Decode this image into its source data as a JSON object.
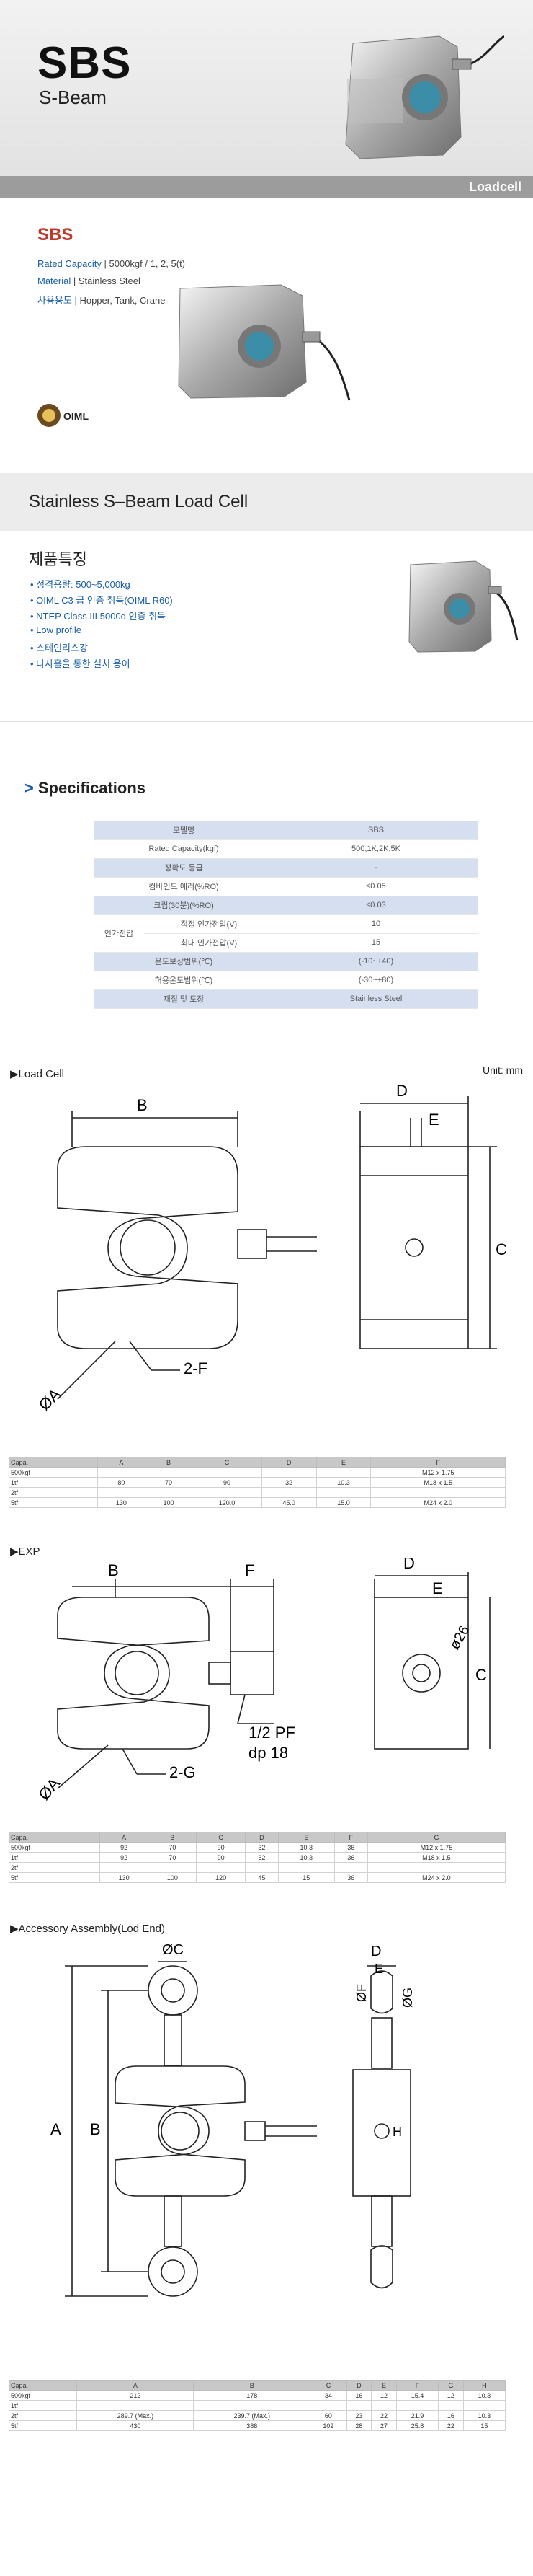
{
  "header": {
    "title": "SBS",
    "subtitle": "S-Beam",
    "category": "Loadcell"
  },
  "product": {
    "label": "SBS",
    "rated_capacity_key": "Rated Capacity",
    "rated_capacity_value": "5000kgf / 1, 2, 5(t)",
    "material_key": "Material",
    "material_value": "Stainless Steel",
    "usage_key": "사용용도",
    "usage_value": "Hopper, Tank, Crane",
    "oiml_text": "OIML"
  },
  "section": {
    "title": "Stainless S–Beam Load Cell"
  },
  "features": {
    "title": "제품특징",
    "items": [
      "정격용량: 500~5,000kg",
      "OIML C3 급 인증 취득(OIML R60)",
      "NTEP Class III 5000d 인증 취득",
      "Low profile",
      "스테인리스강",
      "나사홀을 통한 설치 용이"
    ]
  },
  "specifications": {
    "title": "Specifications",
    "group_label": "인가전압",
    "rows": [
      {
        "key": "모델명",
        "value": "SBS"
      },
      {
        "key": "Rated Capacity(kgf)",
        "value": "500,1K,2K,5K"
      },
      {
        "key": "정확도 등급",
        "value": "-"
      },
      {
        "key": "컴바인드 에러(%RO)",
        "value": "≤0.05"
      },
      {
        "key": "크립(30분)(%RO)",
        "value": "≤0.03"
      },
      {
        "key": "적정 인가전압(V)",
        "value": "10"
      },
      {
        "key": "최대 인가전압(V)",
        "value": "15"
      },
      {
        "key": "온도보상범위(℃)",
        "value": "(-10~+40)"
      },
      {
        "key": "허용온도범위(℃)",
        "value": "(-30~+80)"
      },
      {
        "key": "재질 및 도장",
        "value": "Stainless Steel"
      }
    ]
  },
  "drawings": {
    "unit": "Unit: mm",
    "load_cell": {
      "title": "Load Cell",
      "labels": {
        "B": "B",
        "D": "D",
        "E": "E",
        "C": "C",
        "A": "ØA",
        "F": "2-F"
      },
      "table": {
        "headers": [
          "Capa.",
          "A",
          "B",
          "C",
          "D",
          "E",
          "F"
        ],
        "rows": [
          [
            "500kgf",
            "",
            "",
            "",
            "",
            "",
            "M12 x 1.75"
          ],
          [
            "1tf",
            "80",
            "70",
            "90",
            "32",
            "10.3",
            ""
          ],
          [
            "2tf",
            "",
            "",
            "",
            "",
            "",
            "M18 x 1.5"
          ],
          [
            "5tf",
            "130",
            "100",
            "120.0",
            "45.0",
            "15.0",
            "M24 x 2.0"
          ]
        ]
      }
    },
    "exp": {
      "title": "EXP",
      "labels": {
        "B": "B",
        "F": "F",
        "D": "D",
        "E": "E",
        "C": "C",
        "A": "ØA",
        "G": "2-G",
        "pf": "1/2 PF",
        "dp": "dp 18",
        "d26": "ø26"
      },
      "table": {
        "headers": [
          "Capa.",
          "A",
          "B",
          "C",
          "D",
          "E",
          "F",
          "G"
        ],
        "rows": [
          [
            "500kgf",
            "92",
            "70",
            "90",
            "32",
            "10.3",
            "36",
            "M12 x 1.75"
          ],
          [
            "1tf",
            "92",
            "70",
            "90",
            "32",
            "10.3",
            "36",
            "M18 x 1.5"
          ],
          [
            "2tf",
            "",
            "",
            "",
            "",
            "",
            "",
            ""
          ],
          [
            "5tf",
            "130",
            "100",
            "120",
            "45",
            "15",
            "36",
            "M24 x 2.0"
          ]
        ]
      }
    },
    "accessory": {
      "title": "Accessory Assembly(Lod End)",
      "labels": {
        "C": "ØC",
        "A": "A",
        "B": "B",
        "D": "D",
        "E": "E",
        "F": "ØF",
        "G": "ØG",
        "H": "H"
      },
      "table": {
        "headers": [
          "Capa.",
          "A",
          "B",
          "C",
          "D",
          "E",
          "F",
          "G",
          "H"
        ],
        "rows": [
          [
            "500kgf",
            "212",
            "178",
            "34",
            "16",
            "12",
            "15.4",
            "12",
            "10.3"
          ],
          [
            "1tf",
            "",
            "",
            "",
            "",
            "",
            "",
            "",
            ""
          ],
          [
            "2tf",
            "289.7 (Max.)",
            "239.7 (Max.)",
            "60",
            "23",
            "22",
            "21.9",
            "16",
            "10.3"
          ],
          [
            "5tf",
            "430",
            "388",
            "102",
            "28",
            "27",
            "25.8",
            "22",
            "15"
          ]
        ]
      }
    }
  }
}
